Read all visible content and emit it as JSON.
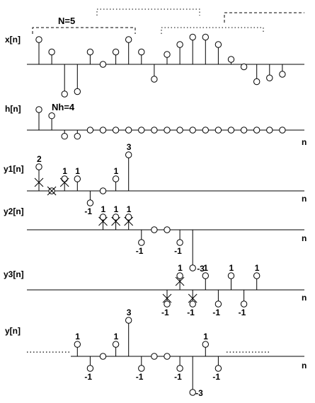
{
  "colors": {
    "ink": "#000000",
    "background": "#ffffff"
  },
  "labels": {
    "x": "x[n]",
    "h": "h[n]",
    "y1": "y1[n]",
    "y2": "y2[n]",
    "y3": "y3[n]",
    "y": "y[n]",
    "n": "n",
    "N": "N=5",
    "Nh": "Nh=4"
  },
  "signals": {
    "x": [
      {
        "i": 0,
        "v": 1
      },
      {
        "i": 1,
        "v": 0.5
      },
      {
        "i": 2,
        "v": -1.2
      },
      {
        "i": 3,
        "v": -1.1
      },
      {
        "i": 4,
        "v": 0.5
      },
      {
        "i": 5,
        "v": 0
      },
      {
        "i": 6,
        "v": 0.5
      },
      {
        "i": 7,
        "v": 1
      },
      {
        "i": 8,
        "v": 0.5
      },
      {
        "i": 9,
        "v": -0.6
      },
      {
        "i": 10,
        "v": 0.4
      },
      {
        "i": 11,
        "v": 0.8
      },
      {
        "i": 12,
        "v": 1.1
      },
      {
        "i": 13,
        "v": 1.1
      },
      {
        "i": 14,
        "v": 0.8
      },
      {
        "i": 15,
        "v": 0.2
      },
      {
        "i": 16,
        "v": -0.1
      },
      {
        "i": 17,
        "v": -0.7
      },
      {
        "i": 18,
        "v": -0.55
      },
      {
        "i": 19,
        "v": -0.4
      }
    ],
    "h": [
      {
        "i": 0,
        "v": 1
      },
      {
        "i": 1,
        "v": 0.7
      },
      {
        "i": 2,
        "v": -0.3
      },
      {
        "i": 3,
        "v": -0.3
      },
      {
        "i": 4,
        "v": 0
      },
      {
        "i": 5,
        "v": 0
      },
      {
        "i": 6,
        "v": 0
      },
      {
        "i": 7,
        "v": 0
      },
      {
        "i": 8,
        "v": 0
      },
      {
        "i": 9,
        "v": 0
      },
      {
        "i": 10,
        "v": 0
      },
      {
        "i": 11,
        "v": 0
      },
      {
        "i": 12,
        "v": 0
      },
      {
        "i": 13,
        "v": 0
      },
      {
        "i": 14,
        "v": 0
      },
      {
        "i": 15,
        "v": 0
      },
      {
        "i": 16,
        "v": 0
      },
      {
        "i": 17,
        "v": 0
      },
      {
        "i": 18,
        "v": 0
      },
      {
        "i": 19,
        "v": 0
      }
    ],
    "y1": [
      {
        "i": 0,
        "v": 2,
        "label": "2",
        "cross": true
      },
      {
        "i": 1,
        "v": 0,
        "cross": true
      },
      {
        "i": 2,
        "v": 1,
        "label": "1",
        "cross": true
      },
      {
        "i": 3,
        "v": 1,
        "label": "1"
      },
      {
        "i": 4,
        "v": -1,
        "label": "-1"
      },
      {
        "i": 5,
        "v": 0
      },
      {
        "i": 6,
        "v": 1,
        "label": "1"
      },
      {
        "i": 7,
        "v": 3,
        "label": "3"
      }
    ],
    "y2": [
      {
        "i": 5,
        "v": 1,
        "label": "1",
        "cross": true
      },
      {
        "i": 6,
        "v": 1,
        "label": "1",
        "cross": true
      },
      {
        "i": 7,
        "v": 1,
        "label": "1",
        "cross": true
      },
      {
        "i": 8,
        "v": -1,
        "label": "-1"
      },
      {
        "i": 9,
        "v": 0
      },
      {
        "i": 10,
        "v": 0
      },
      {
        "i": 11,
        "v": -1,
        "label": "-1"
      },
      {
        "i": 12,
        "v": -3,
        "label": "-3"
      }
    ],
    "y3": [
      {
        "i": 10,
        "v": -1,
        "label": "-1",
        "cross": true
      },
      {
        "i": 11,
        "v": 1,
        "label": "1",
        "cross": true
      },
      {
        "i": 12,
        "v": -1,
        "label": "-1",
        "cross": true
      },
      {
        "i": 13,
        "v": 1,
        "label": "1"
      },
      {
        "i": 14,
        "v": -1,
        "label": "-1"
      },
      {
        "i": 15,
        "v": 1,
        "label": "1"
      },
      {
        "i": 16,
        "v": -1,
        "label": "-1"
      },
      {
        "i": 17,
        "v": 1,
        "label": "1"
      }
    ],
    "y": [
      {
        "i": 3,
        "v": 1,
        "label": "1"
      },
      {
        "i": 4,
        "v": -1,
        "label": "-1"
      },
      {
        "i": 5,
        "v": 0
      },
      {
        "i": 6,
        "v": 1,
        "label": "1"
      },
      {
        "i": 7,
        "v": 3,
        "label": "3"
      },
      {
        "i": 8,
        "v": -1,
        "label": "-1"
      },
      {
        "i": 9,
        "v": 0
      },
      {
        "i": 10,
        "v": 0
      },
      {
        "i": 11,
        "v": -1,
        "label": "-1"
      },
      {
        "i": 12,
        "v": -3,
        "label": "-3"
      },
      {
        "i": 13,
        "v": 1,
        "label": "1"
      },
      {
        "i": 14,
        "v": -1,
        "label": "-1"
      }
    ]
  }
}
